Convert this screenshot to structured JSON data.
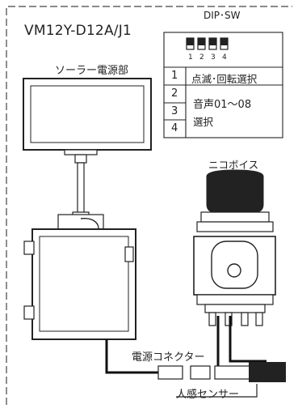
{
  "model_label": "VM12Y-D12A/J1",
  "solar_label": "ソーラー電源部",
  "dip": {
    "title": "DIP･SW",
    "switch_numbers": [
      "1",
      "2",
      "3",
      "4"
    ],
    "row1_number": "1",
    "row1_text": "点滅･回転選択",
    "row2_numbers": [
      "2",
      "3",
      "4"
    ],
    "row2_text_line1": "音声01～08",
    "row2_text_line2": "選択"
  },
  "nicovoice_label": "ニコボイス",
  "connector_label": "電源コネクター",
  "sensor_label": "人感センサー"
}
